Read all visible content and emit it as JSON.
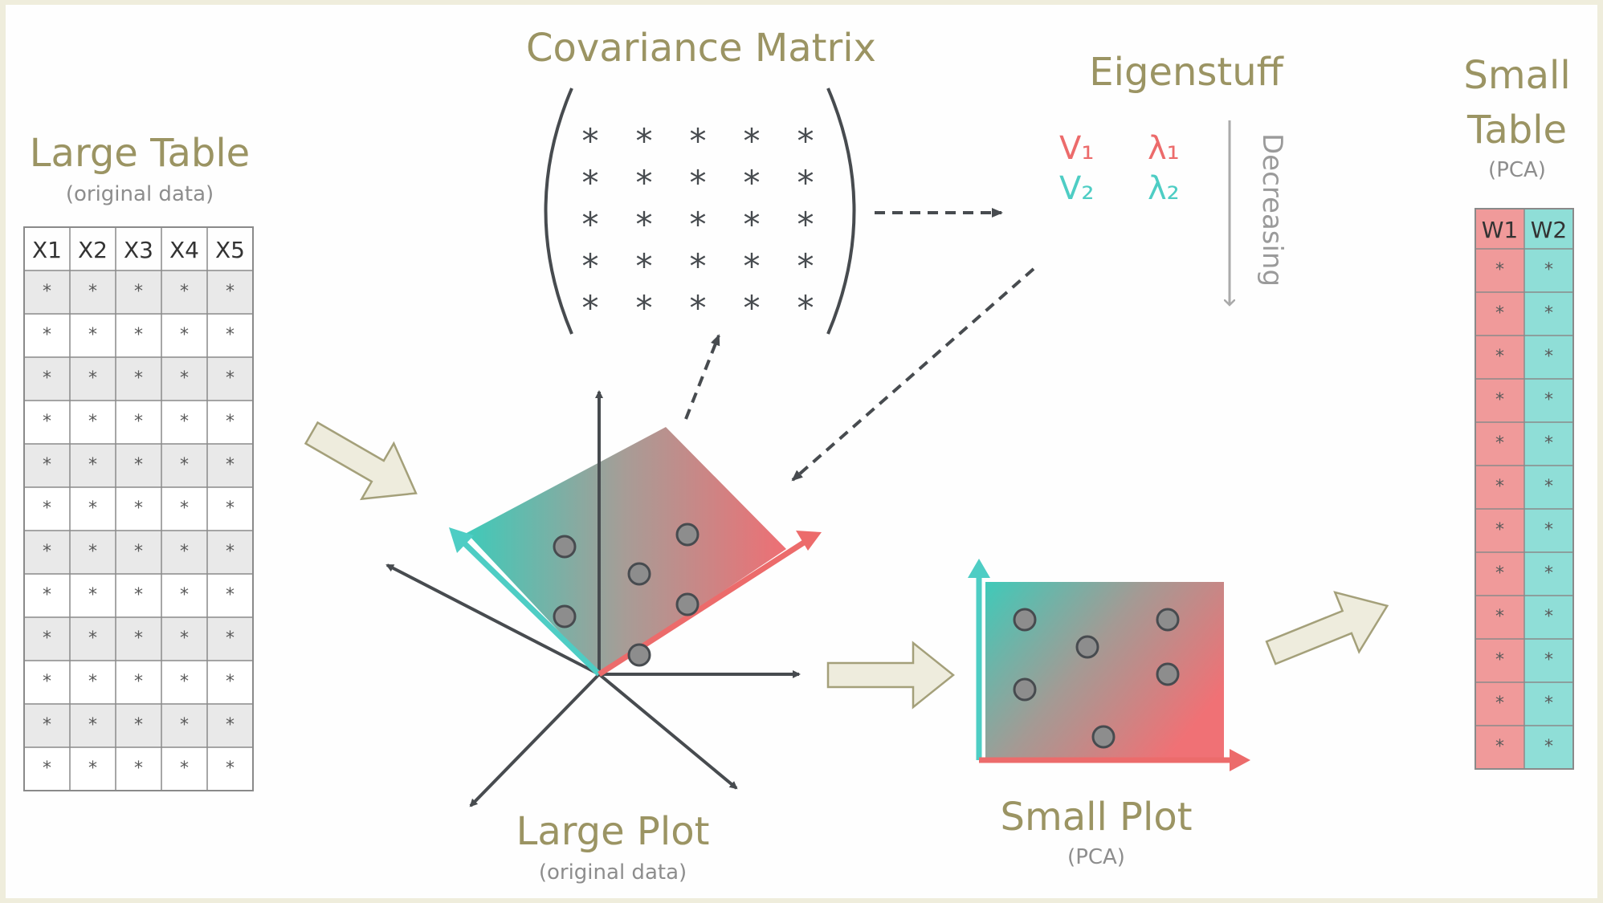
{
  "titles": {
    "covariance": "Covariance Matrix",
    "eigen": "Eigenstuff",
    "large_table": "Large Table",
    "large_table_sub": "(original data)",
    "small_table_line1": "Small",
    "small_table_line2": "Table",
    "small_table_sub": "(PCA)",
    "large_plot": "Large Plot",
    "large_plot_sub": "(original data)",
    "small_plot": "Small Plot",
    "small_plot_sub": "(PCA)"
  },
  "eigen": {
    "v1": "V₁",
    "l1": "λ₁",
    "v2": "V₂",
    "l2": "λ₂",
    "decreasing": "Decreasing"
  },
  "large_table": {
    "headers": [
      "X1",
      "X2",
      "X3",
      "X4",
      "X5"
    ],
    "rows": 12,
    "cell": "*"
  },
  "small_table": {
    "headers": [
      "W1",
      "W2"
    ],
    "rows": 12,
    "cell": "*"
  },
  "covariance": {
    "rows": 5,
    "cols": 5,
    "cell": "*"
  },
  "colors": {
    "title": "#9b9463",
    "teal": "#4ecdc4",
    "red": "#ec6b6b",
    "axis": "#474b4f",
    "arrow_fill": "#eeecdd",
    "arrow_stroke": "#a4a07a",
    "row_shade": "#e9e9e9",
    "teal_col": "#8fded7",
    "red_col": "#f09a9a"
  }
}
